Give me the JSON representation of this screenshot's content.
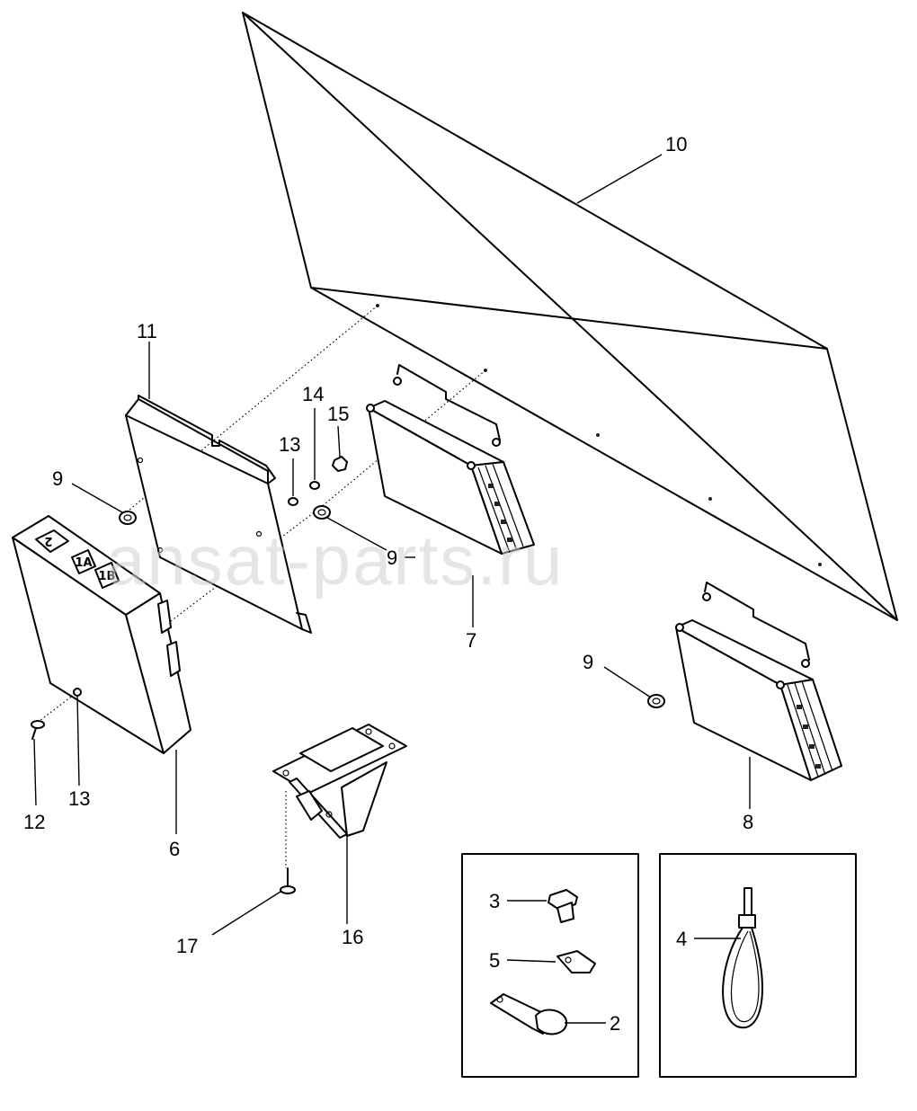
{
  "watermark": "ansat-parts.ru",
  "callouts": {
    "c10": "10",
    "c11": "11",
    "c14": "14",
    "c15": "15",
    "c13a": "13",
    "c9a": "9",
    "c9b": "9",
    "c7": "7",
    "c9c": "9",
    "c8": "8",
    "c12": "12",
    "c13b": "13",
    "c6": "6",
    "c17": "17",
    "c16": "16",
    "c3": "3",
    "c5": "5",
    "c2": "2",
    "c4": "4"
  },
  "module_keys": [
    "2",
    "1A",
    "1B"
  ]
}
